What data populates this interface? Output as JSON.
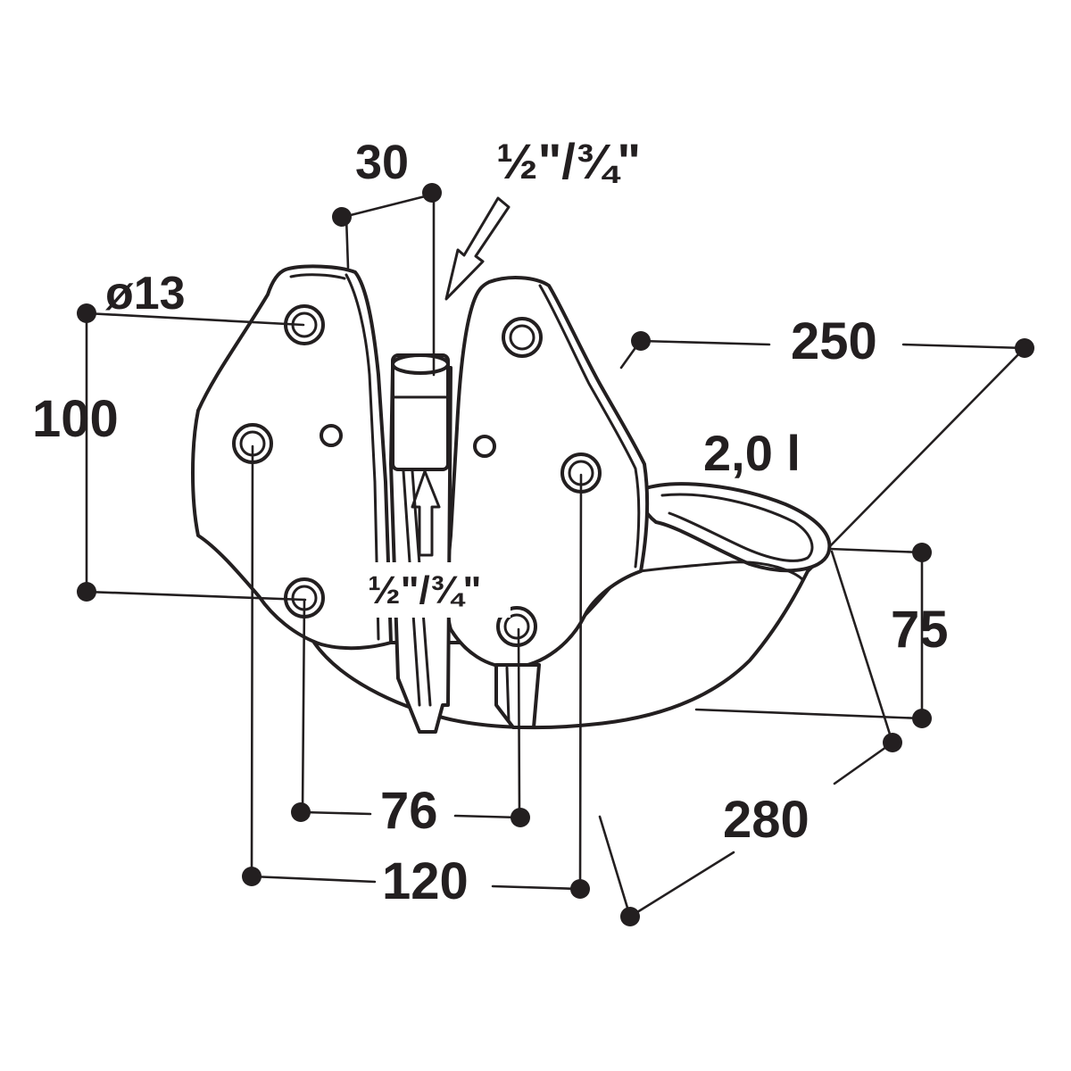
{
  "drawing": {
    "ink_color": "#231f20",
    "background_color": "#ffffff",
    "labels": {
      "d30": "30",
      "inlet_top": "½\"/¾\"",
      "hole_dia": "ø13",
      "d100": "100",
      "d250": "250",
      "volume": "2,0 l",
      "inlet_bottom": "½\"/¾\"",
      "d75": "75",
      "d76": "76",
      "d280": "280",
      "d120": "120"
    }
  }
}
